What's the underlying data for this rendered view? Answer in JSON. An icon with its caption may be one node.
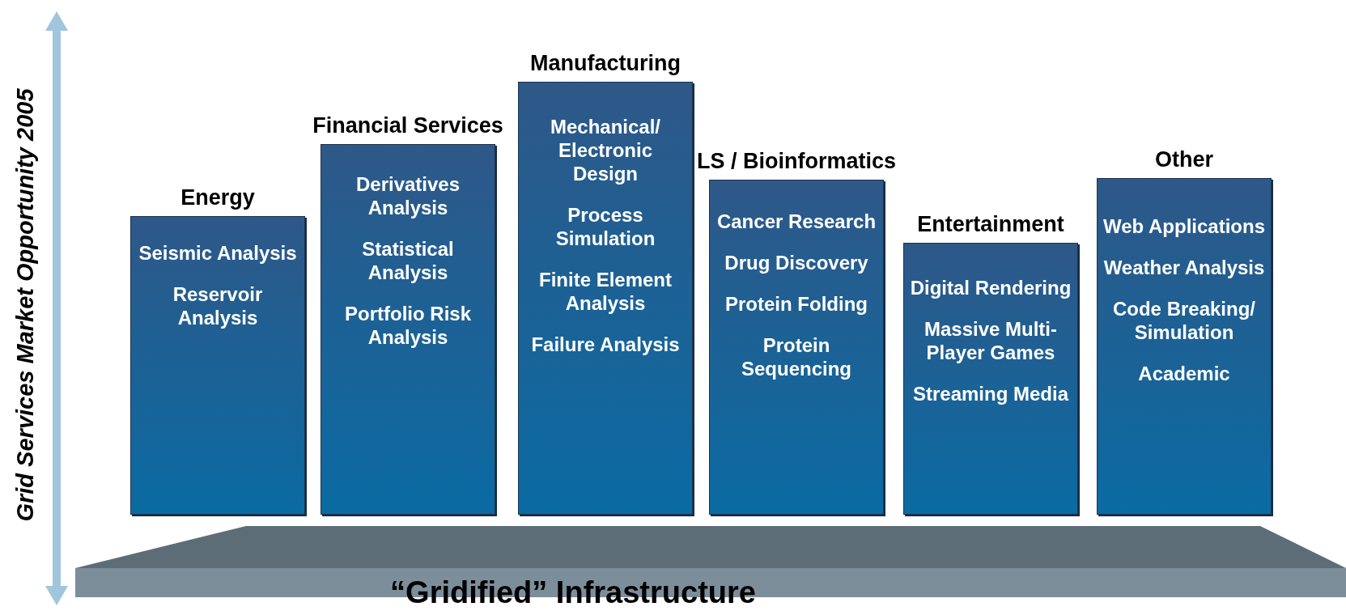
{
  "diagram": {
    "nodes": [
      {
        "text": [
          "Energy",
          "Seismic Analysis",
          "Reservoir Analysis"
        ]
      },
      {
        "text": [
          "Financial Services",
          "Derivatives Analysis",
          "Statistical Analysis",
          "Portfolio Risk Analysis"
        ]
      },
      {
        "text": [
          "Manufacturing",
          "Mechanical/ Electronic Design",
          "Process Simulation",
          "Finite Element Analysis",
          "Failure Analysis"
        ]
      },
      {
        "text": [
          "LS / Bioinformatics",
          "Cancer Research",
          "Drug Discovery",
          "Protein Folding",
          "Protein Sequencing"
        ]
      },
      {
        "text": [
          "Entertainment",
          "Digital Rendering",
          "Massive Multi-Player Games",
          "Streaming Media"
        ]
      },
      {
        "text": [
          "Other",
          "Web Applications",
          "Weather Analysis",
          "Code Breaking/ Simulation",
          "Academic"
        ]
      },
      {
        "text": [
          "“Gridified” Infrastructure"
        ]
      }
    ],
    "labels": [
      "Grid Services Market Opportunity 2005"
    ]
  }
}
